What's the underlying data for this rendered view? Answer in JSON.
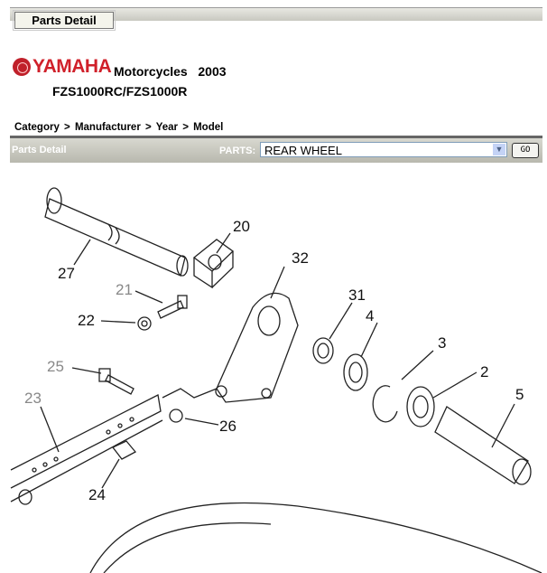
{
  "tab": "Parts Detail",
  "brand": "YAMAHA",
  "category": "Motorcycles",
  "year": "2003",
  "model": "FZS1000RC/FZS1000R",
  "breadcrumb": "Category >  Manufacturer >  Year >  Model",
  "bar": {
    "title": "Parts Detail",
    "parts_label": "PARTS:",
    "selected": "REAR WHEEL",
    "go": "GO"
  },
  "callouts": {
    "c20": "20",
    "c27": "27",
    "c21": "21",
    "c22": "22",
    "c32": "32",
    "c31": "31",
    "c4": "4",
    "c3": "3",
    "c2": "2",
    "c5": "5",
    "c25": "25",
    "c23": "23",
    "c26": "26",
    "c24": "24"
  }
}
